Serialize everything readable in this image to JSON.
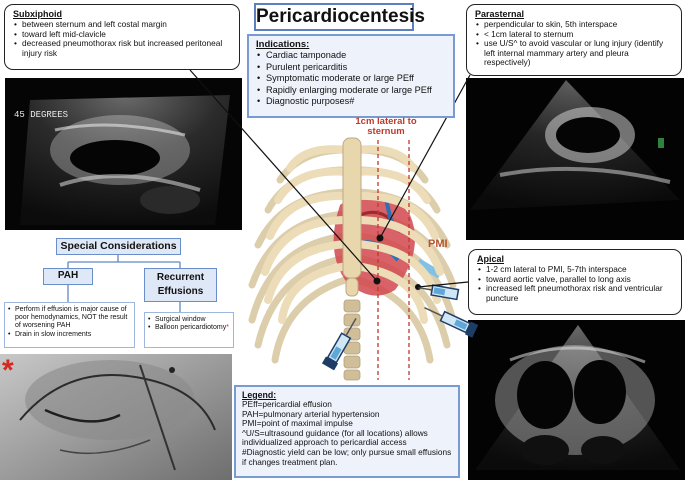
{
  "title": "Pericardiocentesis",
  "indications": {
    "heading": "Indications:",
    "items": [
      "Cardiac tamponade",
      "Purulent pericarditis",
      "Symptomatic moderate or large PEff",
      "Rapidly enlarging moderate or large PEff",
      "Diagnostic purposes#"
    ]
  },
  "subxiphoid": {
    "heading": "Subxiphoid",
    "items": [
      "between sternum and left costal margin",
      "toward left mid-clavicle",
      "decreased pneumothorax risk but increased peritoneal injury risk"
    ]
  },
  "parasternal": {
    "heading": "Parasternal",
    "items": [
      "perpendicular to skin, 5th interspace",
      "< 1cm lateral to sternum",
      "use U/S^ to avoid vascular or lung injury (identify left internal mammary artery and pleura respectively)"
    ]
  },
  "apical": {
    "heading": "Apical",
    "items": [
      "1-2 cm lateral to PMI, 5-7th interspace",
      "toward aortic valve, parallel to long axis",
      "increased left pneumothorax risk and ventricular puncture"
    ]
  },
  "echo_subxiphoid": {
    "angle_text": "45 DEGREES"
  },
  "diagram_labels": {
    "lateral": "1cm lateral to sternum",
    "pmi": "PMI"
  },
  "special": {
    "title": "Special Considerations",
    "pah": {
      "title": "PAH",
      "items": [
        "Perform if effusion is major cause of poor hemodynamics, NOT the result of worsening PAH",
        "Drain in slow increments"
      ]
    },
    "recurrent": {
      "title": "Recurrent Effusions",
      "items": [
        "Surgical window",
        "Balloon pericardiotomy"
      ],
      "star": "*"
    }
  },
  "fluoro_star": "*",
  "legend": {
    "heading": "Legend:",
    "lines": [
      "PEff=pericardial effusion",
      "PAH=pulmonary arterial hypertension",
      "PMI=point of maximal impulse",
      "^U/S=ultrasound guidance (for all locations) allows individualized approach to pericardial access",
      "#Diagnostic yield can be low; only pursue small effusions if changes treatment plan."
    ]
  },
  "colors": {
    "accent_blue": "#5c7fc0",
    "light_blue": "#eef2fb",
    "red_label": "#c0392b",
    "bone": "#ead9b5"
  },
  "icons": [
    "syringe-icon",
    "rib-cage-illustration",
    "heart-illustration"
  ]
}
